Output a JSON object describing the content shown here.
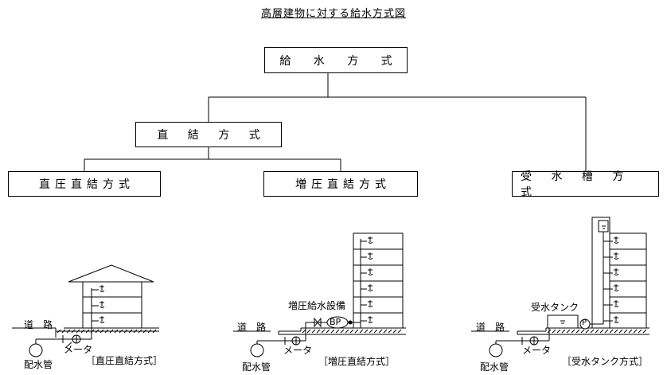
{
  "title": "高層建物に対する給水方式図",
  "tree": {
    "root": "給 水 方 式",
    "direct": "直 結 方 式",
    "direct_pressure": "直圧直結方式",
    "booster_direct": "増圧直結方式",
    "tank": "受 水 槽 方 式"
  },
  "illustrations": {
    "a": {
      "road": "道　路",
      "meter": "メータ",
      "main": "配水管",
      "caption": "［直圧直結方式］"
    },
    "b": {
      "road": "道　路",
      "meter": "メータ",
      "main": "配水管",
      "caption": "［増圧直結方式］",
      "equipment": "増圧給水設備",
      "pump": "BP"
    },
    "c": {
      "road": "道　路",
      "meter": "メータ",
      "main": "配水管",
      "caption": "［受水タンク方式］",
      "tank": "受水タンク",
      "pump": "P"
    }
  }
}
